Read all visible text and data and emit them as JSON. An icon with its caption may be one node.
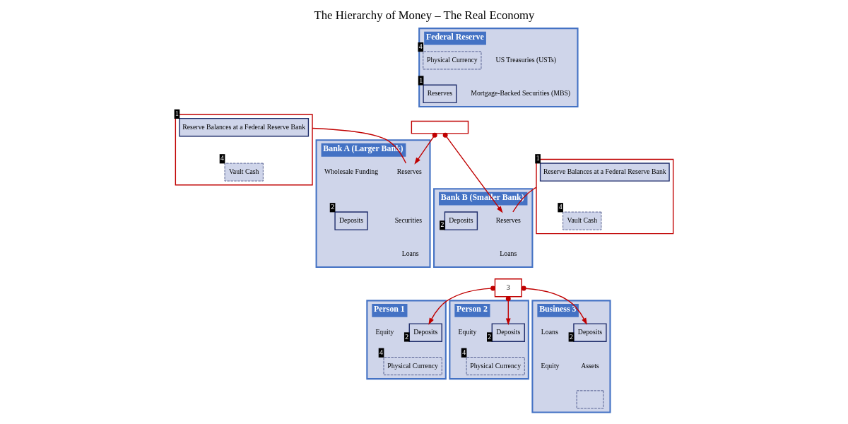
{
  "diagram": {
    "title": "The Hierarchy of Money – The Real Economy",
    "nodes": [
      {
        "text": [
          "Federal Reserve"
        ]
      },
      {
        "text": [
          "US Treasuries (USTs)"
        ],
        "in": 0
      },
      {
        "text": [
          "Mortgage-Backed Securities (MBS)"
        ],
        "in": 0
      },
      {
        "text": [
          "Physical Currency"
        ],
        "in": 0,
        "beside": [
          "4"
        ]
      },
      {
        "text": [
          "Reserves"
        ],
        "in": 0,
        "beside": [
          "1"
        ]
      },
      {
        "text": [],
        "shape": "box"
      },
      {
        "text": [],
        "shape": "box"
      },
      {
        "text": [
          "Reserve Balances at a Federal Reserve Bank"
        ],
        "in": 6,
        "beside": [
          "1"
        ]
      },
      {
        "text": [
          "Vault Cash"
        ],
        "in": 6,
        "beside": [
          "4"
        ]
      },
      {
        "text": [
          "Bank A (Larger Bank)"
        ]
      },
      {
        "text": [
          "Reserves"
        ],
        "in": 9
      },
      {
        "text": [
          "Securities"
        ],
        "in": 9
      },
      {
        "text": [
          "Loans"
        ],
        "in": 9
      },
      {
        "text": [
          "Wholesale Funding"
        ],
        "in": 9
      },
      {
        "text": [
          "Deposits"
        ],
        "in": 9,
        "beside": [
          "2"
        ]
      },
      {
        "text": [],
        "shape": "box"
      },
      {
        "text": [
          "Reserve Balances at a Federal Reserve Bank"
        ],
        "in": 15,
        "beside": [
          "1"
        ]
      },
      {
        "text": [
          "Vault Cash"
        ],
        "in": 15,
        "beside": [
          "4"
        ]
      },
      {
        "text": [
          "Bank B (Smaller Bank)"
        ]
      },
      {
        "text": [
          "Reserves"
        ],
        "in": 18
      },
      {
        "text": [
          "Loans"
        ],
        "in": 18
      },
      {
        "text": [
          "Deposits"
        ],
        "in": 18,
        "beside": [
          "2"
        ]
      },
      {
        "text": [
          "3"
        ]
      },
      {
        "text": [
          "Person 1"
        ]
      },
      {
        "text": [
          "Deposits"
        ],
        "in": 23,
        "beside": [
          "2"
        ]
      },
      {
        "text": [
          "Physical Currency"
        ],
        "in": 23,
        "beside": [
          "4"
        ]
      },
      {
        "text": [
          "Equity"
        ],
        "in": 23
      },
      {
        "text": [
          "Person 2"
        ]
      },
      {
        "text": [
          "Deposits"
        ],
        "in": 27,
        "beside": [
          "2"
        ]
      },
      {
        "text": [
          "Physical Currency"
        ],
        "in": 27,
        "beside": [
          "4"
        ]
      },
      {
        "text": [
          "Equity"
        ],
        "in": 27
      },
      {
        "text": [
          "Business 3"
        ]
      },
      {
        "text": [
          "Deposits"
        ],
        "in": 31,
        "beside": [
          "2"
        ]
      },
      {
        "text": [
          "Assets"
        ],
        "in": 31
      },
      {
        "text": [],
        "in": 31,
        "shape": "box"
      },
      {
        "text": [
          "Loans"
        ],
        "in": 31
      },
      {
        "text": [
          "Equity"
        ],
        "in": 31
      }
    ],
    "edges": [
      {
        "from": 5,
        "to": 10,
        "arrow": "to",
        "color": "#c00000"
      },
      {
        "from": 5,
        "to": 19,
        "arrow": "to",
        "color": "#c00000"
      },
      {
        "from": 6,
        "to": 10,
        "arrow": "none",
        "color": "#c00000"
      },
      {
        "from": 15,
        "to": 19,
        "arrow": "none",
        "color": "#c00000"
      },
      {
        "from": 22,
        "to": 24,
        "arrow": "to",
        "color": "#c00000"
      },
      {
        "from": 22,
        "to": 28,
        "arrow": "to",
        "color": "#c00000"
      },
      {
        "from": 22,
        "to": 32,
        "arrow": "to",
        "color": "#c00000"
      }
    ]
  }
}
